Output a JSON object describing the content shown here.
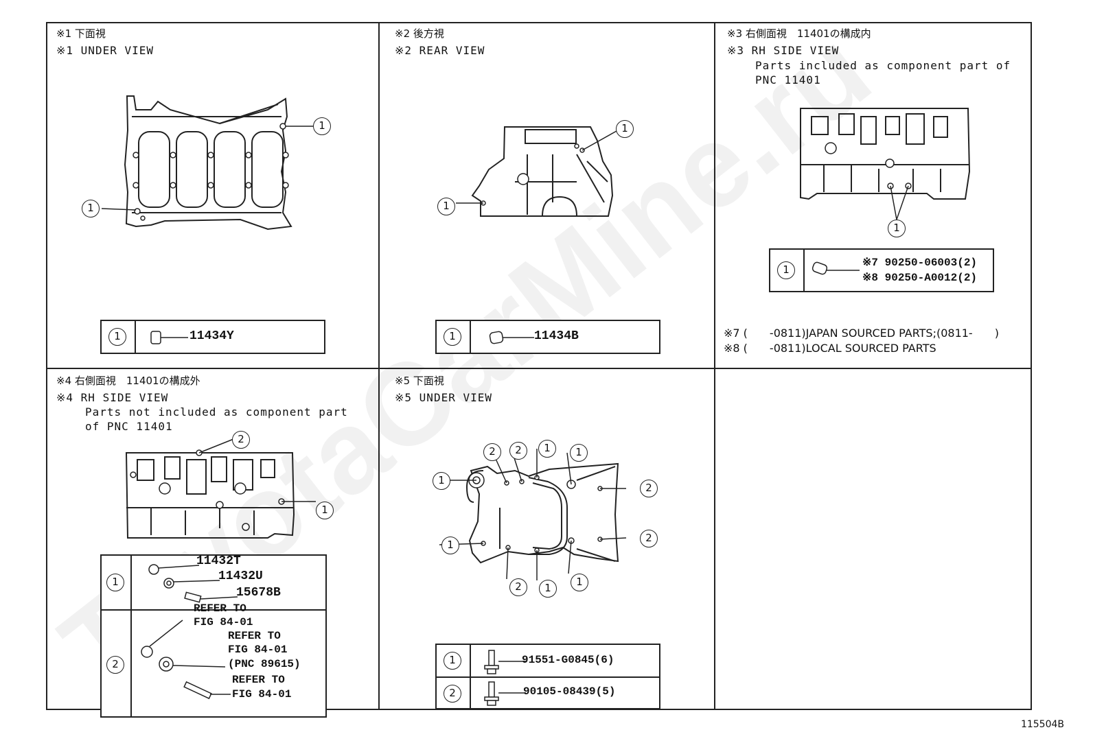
{
  "watermark": "ToyotaCarMine.ru",
  "figure_number": "115504B",
  "panels": {
    "p1": {
      "line1": "※1 下面視",
      "line2": "※1 UNDER VIEW",
      "table": {
        "callout": "1",
        "part": "11434Y"
      },
      "callouts": [
        "1",
        "1"
      ]
    },
    "p2": {
      "line1": "※2 後方視",
      "line2": "※2 REAR VIEW",
      "table": {
        "callout": "1",
        "part": "11434B"
      },
      "callouts": [
        "1",
        "1"
      ]
    },
    "p3": {
      "line1": "※3 右側面視　11401の構成内",
      "line2": "※3 RH SIDE VIEW",
      "line3": "Parts included as component part of",
      "line4": "PNC 11401",
      "table": {
        "callout": "1",
        "part1": "※7 90250-06003(2)",
        "part2": "※8 90250-A0012(2)"
      },
      "callouts": [
        "1"
      ],
      "note7": "※7 (　　-0811)JAPAN SOURCED PARTS;(0811-　　)",
      "note8": "※8 (　　-0811)LOCAL SOURCED PARTS"
    },
    "p4": {
      "line1": "※4 右側面視　11401の構成外",
      "line2": "※4 RH SIDE VIEW",
      "line3": "Parts not included as component part",
      "line4": "of PNC 11401",
      "callouts": [
        "2",
        "1"
      ],
      "row1": {
        "callout": "1",
        "parts": [
          "11432T",
          "11432U",
          "15678B"
        ]
      },
      "row2": {
        "callout": "2",
        "refs": [
          "REFER TO",
          "FIG 84-01",
          "REFER TO",
          "FIG 84-01",
          "(PNC 89615)",
          "REFER TO",
          "FIG 84-01"
        ]
      }
    },
    "p5": {
      "line1": "※5 下面視",
      "line2": "※5 UNDER VIEW",
      "callouts": [
        "2",
        "2",
        "1",
        "1",
        "1",
        "2",
        "1",
        "2",
        "2",
        "1",
        "1"
      ],
      "row1": {
        "callout": "1",
        "part": "91551-G0845(6)"
      },
      "row2": {
        "callout": "2",
        "part": "90105-08439(5)"
      }
    }
  }
}
